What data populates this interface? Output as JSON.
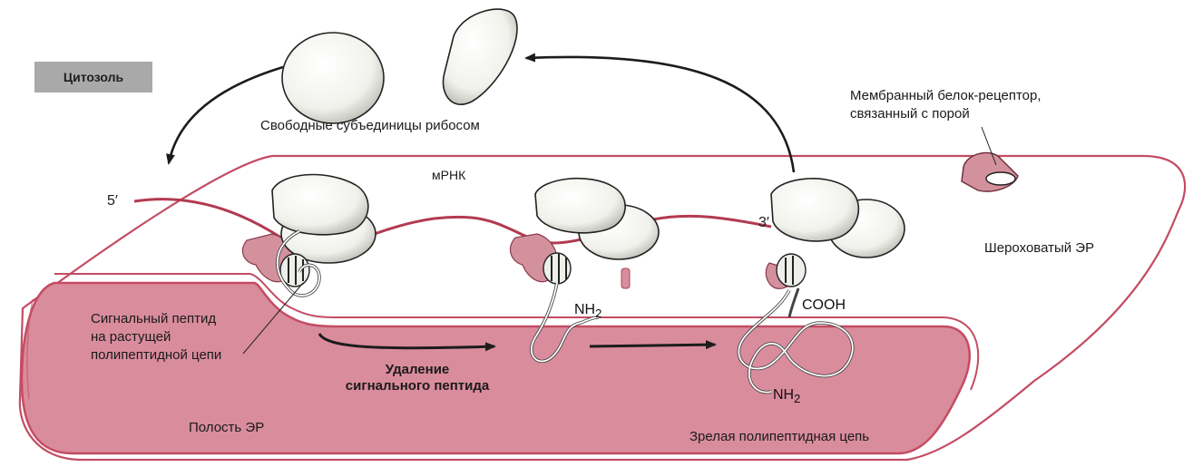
{
  "labels": {
    "cytosol": "Цитозоль",
    "free_subunits": "Свободные субъединицы рибосом",
    "receptor_line1": "Мембранный белок-рецептор,",
    "receptor_line2": "связанный с порой",
    "mrna": "мРНК",
    "five_prime": "5′",
    "three_prime": "3′",
    "rough_er": "Шероховатый ЭР",
    "signal_line1": "Сигнальный пептид",
    "signal_line2": "на растущей",
    "signal_line3": "полипептидной цепи",
    "removal_line1": "Удаление",
    "removal_line2": "сигнального пептида",
    "er_lumen": "Полость ЭР",
    "mature_chain": "Зрелая полипептидная цепь",
    "nh2_a_main": "NH",
    "nh2_a_sub": "2",
    "cooh": "COOH",
    "nh2_b_main": "NH",
    "nh2_b_sub": "2"
  },
  "colors": {
    "lumen": "#d98c9c",
    "membrane": "#c44c63",
    "mrna": "#b23a52",
    "receptor": "#d3919d",
    "ribosome": "#f2f2ee",
    "cytosol_badge": "#a9a9a9",
    "arrow": "#1c1c1c"
  }
}
